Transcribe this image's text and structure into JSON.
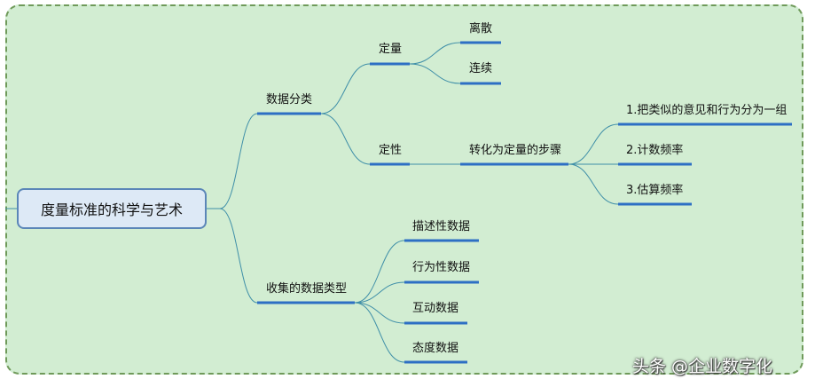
{
  "root": {
    "label": "度量标准的科学与艺术"
  },
  "branches": {
    "classification": {
      "label": "数据分类",
      "quantitative": {
        "label": "定量",
        "children": [
          "离散",
          "连续"
        ]
      },
      "qualitative": {
        "label": "定性",
        "step_title": "转化为定量的步骤",
        "steps": [
          "1.把类似的意见和行为分为一组",
          "2.计数频率",
          "3.估算频率"
        ]
      }
    },
    "collected_types": {
      "label": "收集的数据类型",
      "children": [
        "描述性数据",
        "行为性数据",
        "互动数据",
        "态度数据"
      ]
    }
  },
  "watermark": "头条 @企业数字化",
  "colors": {
    "background": "#d2edd2",
    "border": "#6f9a5a",
    "connector": "#3f8fa8",
    "underline": "#2d6fc4",
    "root_fill": "#dde9f6",
    "root_border": "#5b86b8"
  }
}
